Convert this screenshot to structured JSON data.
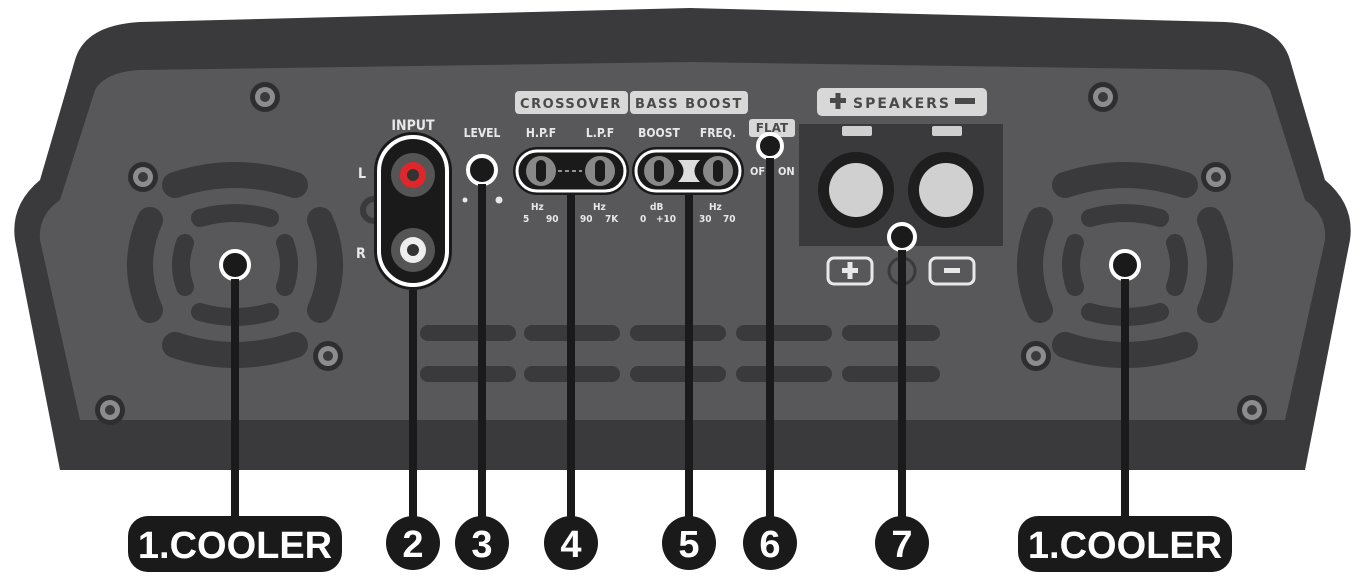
{
  "panel": {
    "input_label": "INPUT",
    "left_channel": "L",
    "right_channel": "R",
    "level_label": "LEVEL",
    "crossover_label": "CROSSOVER",
    "bass_boost_label": "BASS BOOST",
    "hpf_label": "H.P.F",
    "lpf_label": "L.P.F",
    "boost_label": "BOOST",
    "freq_label": "FREQ.",
    "flat_label": "FLAT",
    "on_label": "ON",
    "off_label": "OFF",
    "speakers_label": "SPEAKERS",
    "hz": "Hz",
    "db": "dB",
    "hpf_min": "5",
    "hpf_max": "90",
    "lpf_min": "90",
    "lpf_max": "7K",
    "boost_min": "0",
    "boost_max": "+10",
    "freq_min": "30",
    "freq_max": "70"
  },
  "callouts": {
    "cooler_left": "1.COOLER",
    "cooler_right": "1.COOLER",
    "n2": "2",
    "n3": "3",
    "n4": "4",
    "n5": "5",
    "n6": "6",
    "n7": "7"
  },
  "colors": {
    "chassis_outer": "#3a3a3c",
    "chassis_inner": "#58585a",
    "callout": "#1a1a1a",
    "rca_red": "#e0262b"
  }
}
